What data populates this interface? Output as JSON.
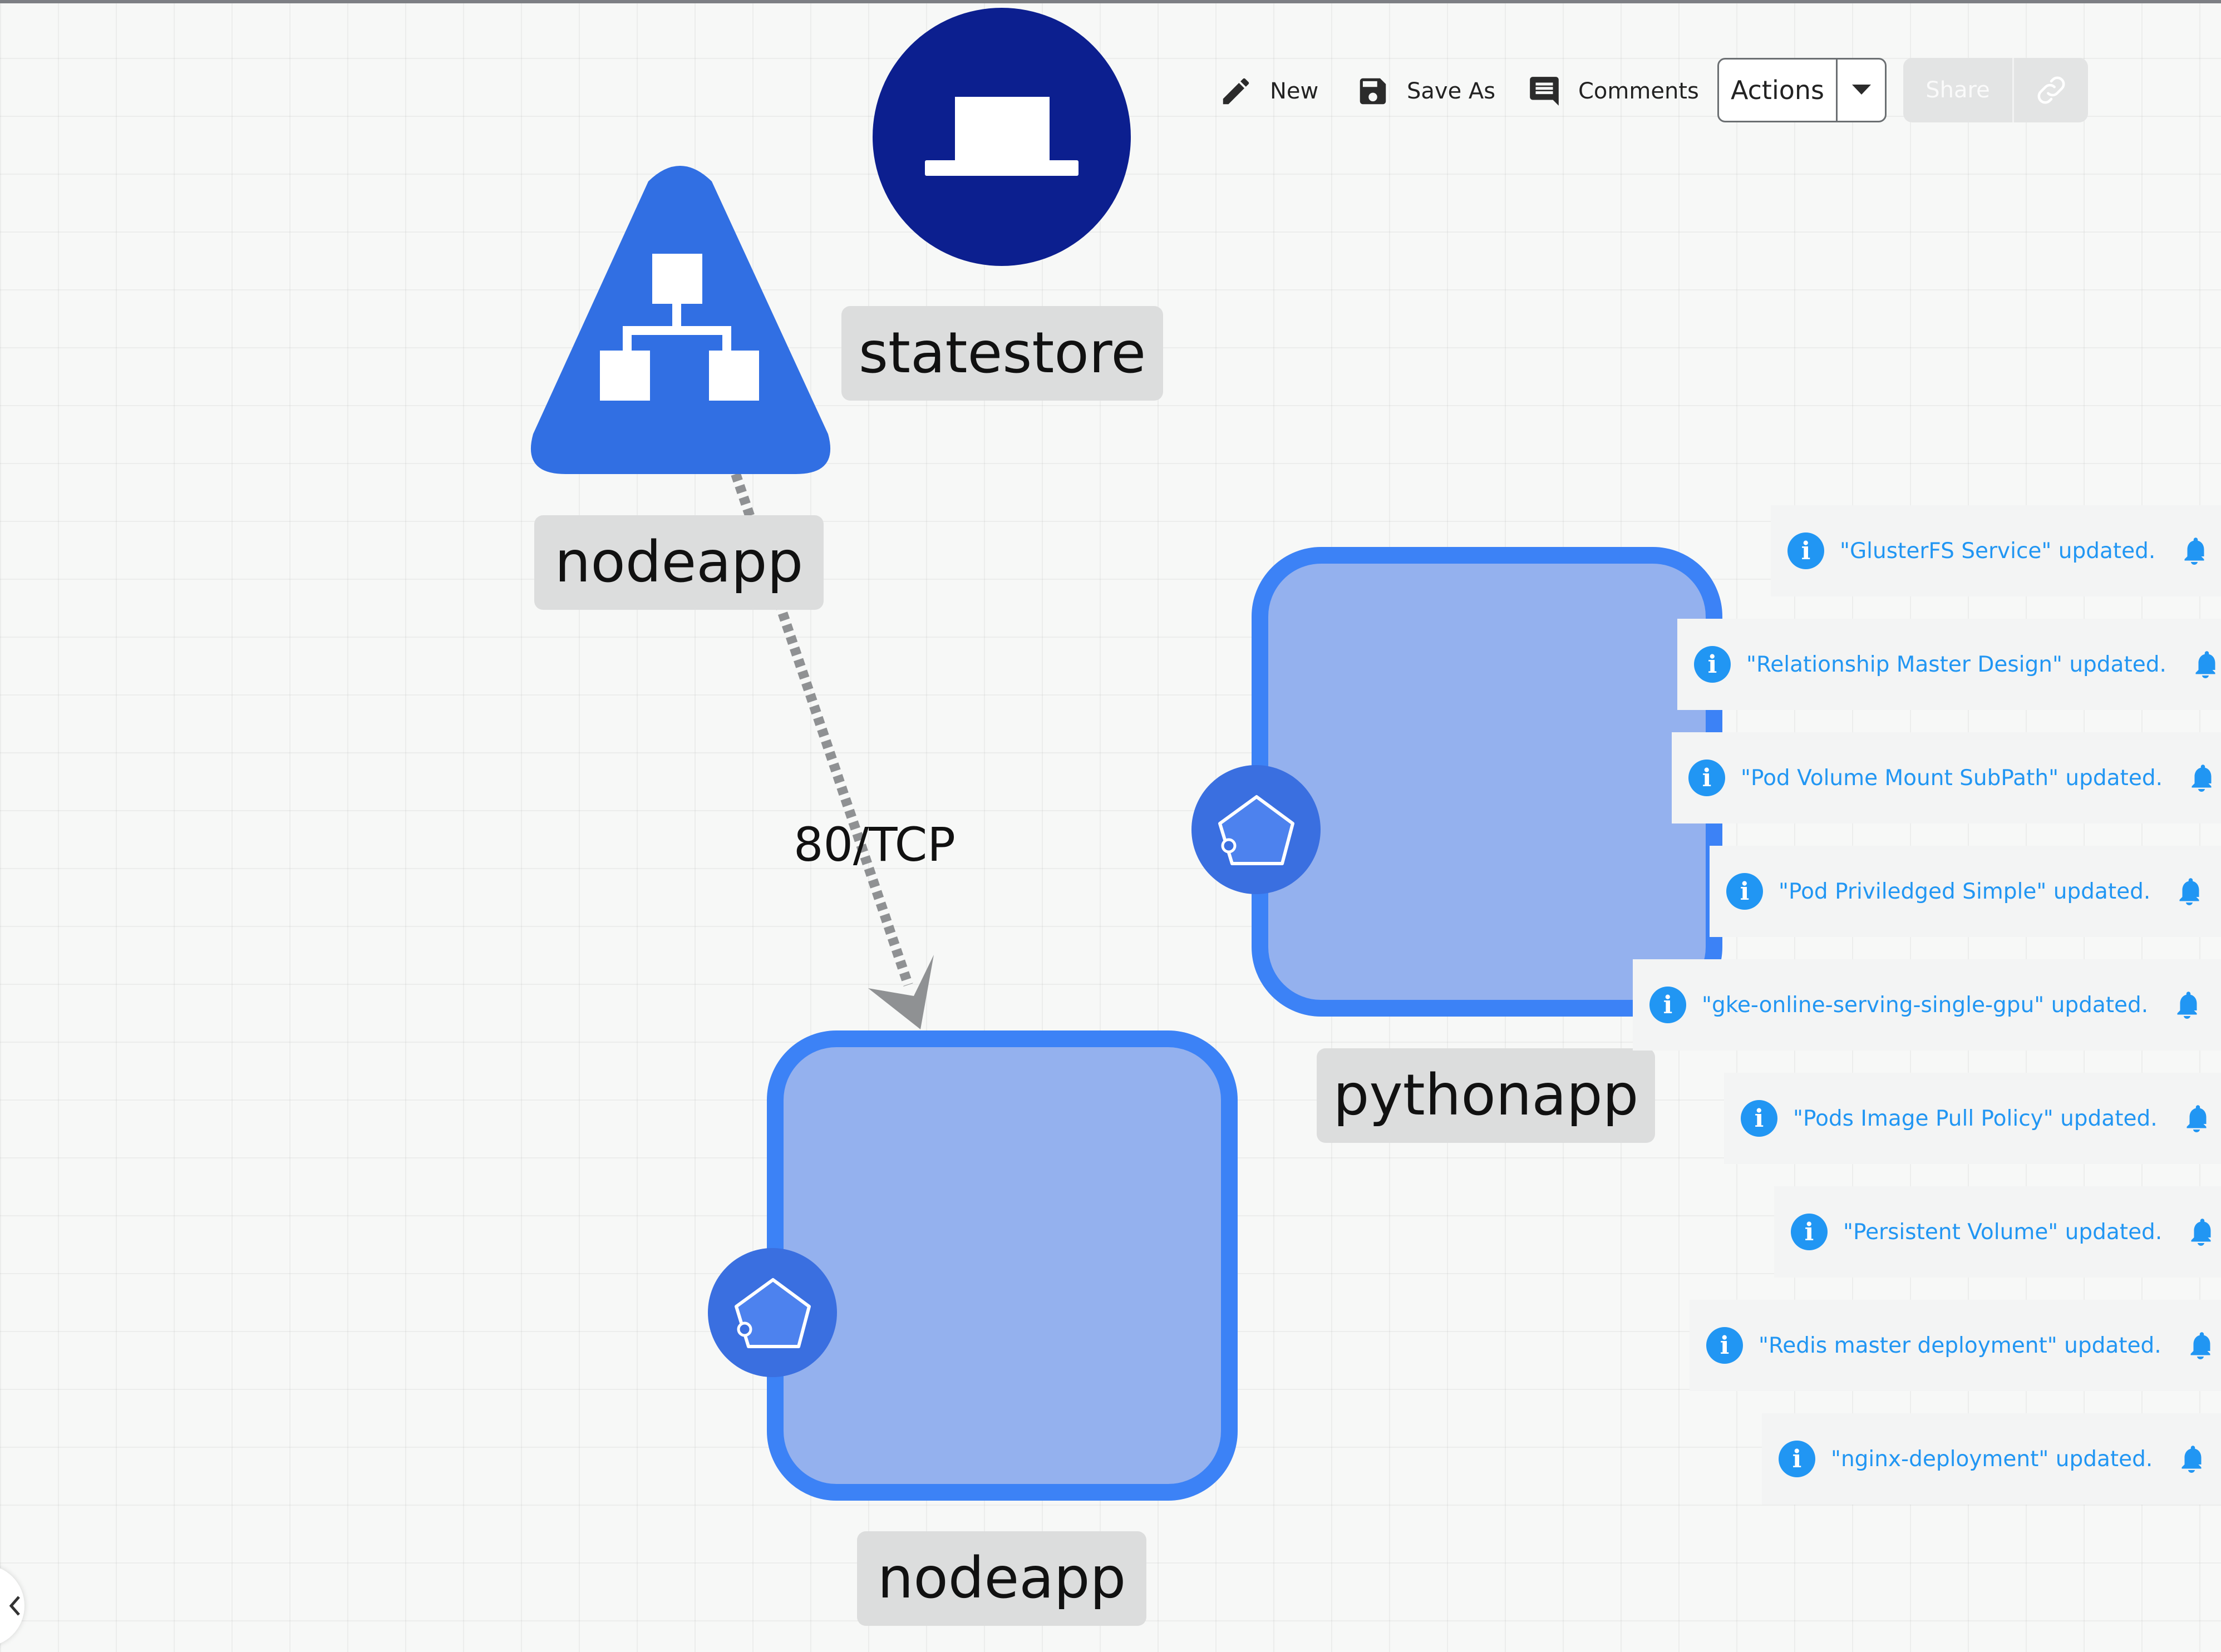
{
  "toolbar": {
    "new_label": "New",
    "save_as_label": "Save As",
    "comments_label": "Comments",
    "actions_label": "Actions",
    "share_label": "Share"
  },
  "nodes": {
    "nodeapp_service_label": "nodeapp",
    "statestore_label": "statestore",
    "pythonapp_label": "pythonapp",
    "nodeapp_deployment_label": "nodeapp"
  },
  "edge": {
    "label": "80/TCP"
  },
  "notifications": [
    {
      "text": "\"GlusterFS Service\" updated."
    },
    {
      "text": "\"Relationship Master Design\" updated."
    },
    {
      "text": "\"Pod Volume Mount SubPath\" updated."
    },
    {
      "text": "\"Pod Priviledged Simple\" updated."
    },
    {
      "text": "\"gke-online-serving-single-gpu\" updated."
    },
    {
      "text": "\"Pods Image Pull Policy\" updated."
    },
    {
      "text": "\"Persistent Volume\" updated."
    },
    {
      "text": "\"Redis master deployment\" updated."
    },
    {
      "text": "\"nginx-deployment\" updated."
    }
  ],
  "icons": {
    "new": "pencil-icon",
    "save_as": "floppy-icon",
    "comments": "comment-icon",
    "actions_dropdown": "caret-down-icon",
    "share_link": "link-icon",
    "notification_info": "info-icon",
    "notification_bell": "bell-icon",
    "collapse": "chevron-left-icon"
  },
  "colors": {
    "service_triangle": "#316fe3",
    "statestore_circle": "#0c1f8f",
    "deployment_fill": "#94b1ee",
    "deployment_border": "#3c82f6",
    "pod_badge": "#3a6fe0",
    "notification_text": "#2196f3"
  }
}
